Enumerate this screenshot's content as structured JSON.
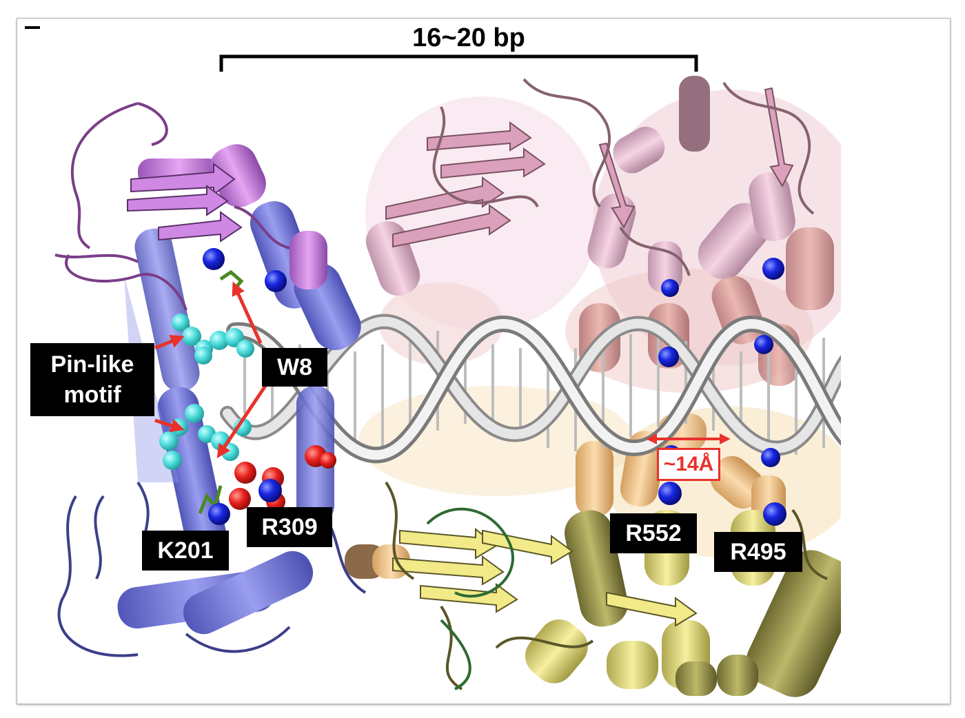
{
  "scale_label": "16~20 bp",
  "labels": {
    "pin_like_motif": "Pin-like\nmotif",
    "w8": "W8",
    "k201": "K201",
    "r309": "R309",
    "r552": "R552",
    "r495": "R495",
    "distance": "~14Å"
  },
  "colors": {
    "arrow": "#e8322b",
    "dna": "#d9d9d9",
    "domain_blue": "#7b7fd8",
    "domain_violet": "#c07fd6",
    "domain_pink": "#e8b2c8",
    "domain_rose": "#c78080",
    "domain_peach": "#efc48a",
    "domain_yellow": "#e6e08c",
    "domain_olive": "#9e9a52",
    "sphere_cyan": "#57e2e2",
    "sphere_blue": "#1222d8",
    "sphere_red": "#e8201c"
  }
}
